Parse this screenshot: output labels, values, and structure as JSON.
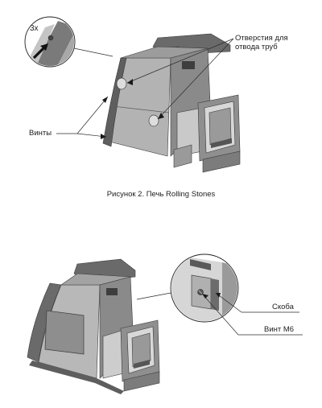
{
  "figure1": {
    "callout_count": "3x",
    "label_holes": [
      "Отверстия для",
      "отвода труб"
    ],
    "label_screws": "Винты"
  },
  "caption": "Рисунок 2. Печь Rolling Stones",
  "figure2": {
    "label_bracket": "Скоба",
    "label_screw_m6": "Винт М6"
  },
  "colors": {
    "body_dark": "#5f5f5f",
    "body_mid": "#8a8a8a",
    "body_light": "#b3b3b3",
    "panel_light": "#cfcfcf",
    "glass": "#9a9a9a",
    "arrow": "#1a1a1a"
  }
}
